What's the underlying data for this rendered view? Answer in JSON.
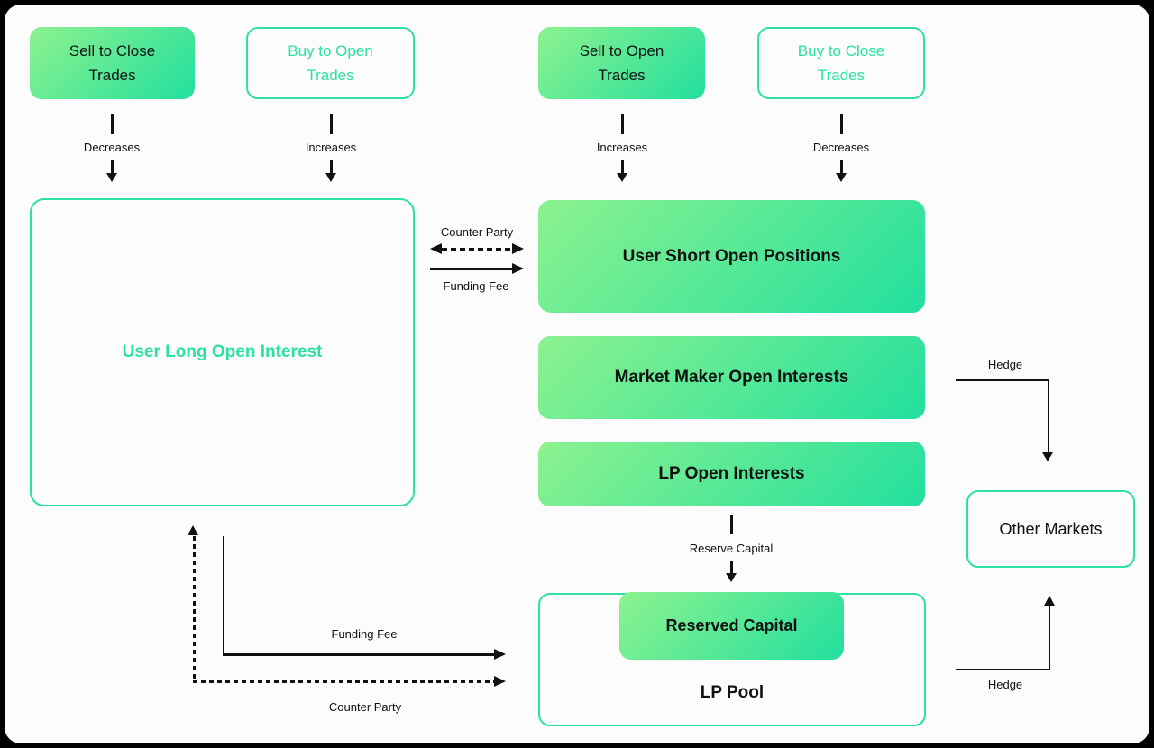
{
  "colors": {
    "accent_green": "#2BE2A2",
    "gradient_start": "#8DF28F",
    "gradient_end": "#22DF9E",
    "text_dark": "#111111",
    "page_bg": "#000000",
    "card_bg": "#FCFCFC"
  },
  "nodes": {
    "sell_to_close": "Sell to Close Trades",
    "buy_to_open": "Buy to Open Trades",
    "sell_to_open": "Sell to Open Trades",
    "buy_to_close": "Buy to Close Trades",
    "user_long": "User Long Open Interest",
    "user_short": "User Short Open Positions",
    "market_maker": "Market Maker Open Interests",
    "lp_open": "LP Open Interests",
    "other_markets": "Other Markets",
    "reserved_capital": "Reserved Capital",
    "lp_pool": "LP Pool"
  },
  "labels": {
    "decreases_left": "Decreases",
    "increases_left": "Increases",
    "increases_right": "Increases",
    "decreases_right": "Decreases",
    "counter_party_mid": "Counter Party",
    "funding_fee_mid": "Funding Fee",
    "hedge_top": "Hedge",
    "reserve_capital": "Reserve Capital",
    "funding_fee_bottom": "Funding Fee",
    "counter_party_bottom": "Counter Party",
    "hedge_bottom": "Hedge"
  }
}
